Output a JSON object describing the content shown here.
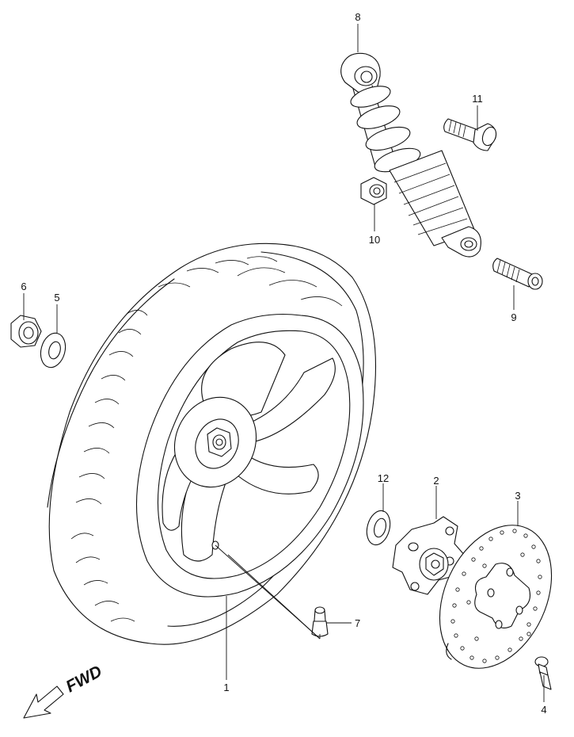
{
  "callouts": {
    "c1": "1",
    "c2": "2",
    "c3": "3",
    "c4": "4",
    "c5": "5",
    "c6": "6",
    "c7": "7",
    "c8": "8",
    "c9": "9",
    "c10": "10",
    "c11": "11",
    "c12": "12"
  },
  "direction": {
    "label": "FWD"
  }
}
